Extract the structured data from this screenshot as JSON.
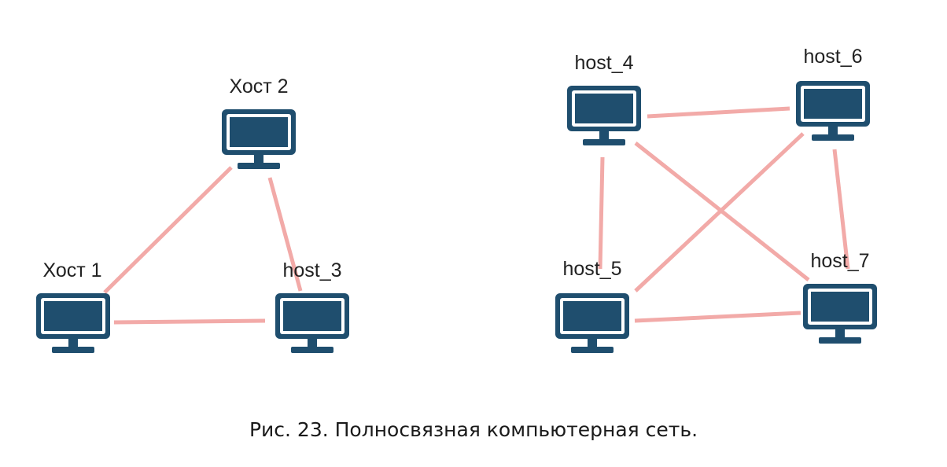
{
  "colors": {
    "monitor": "#1f4e6e",
    "link": "#f2aaa8",
    "background": "#ffffff"
  },
  "networks": [
    {
      "hosts": [
        {
          "id": "h1",
          "label": "Хост 1",
          "icon": "computer-monitor-icon"
        },
        {
          "id": "h2",
          "label": "Хост 2",
          "icon": "computer-monitor-icon"
        },
        {
          "id": "h3",
          "label": "host_3",
          "icon": "computer-monitor-icon"
        }
      ],
      "links": [
        [
          "h1",
          "h2"
        ],
        [
          "h2",
          "h3"
        ],
        [
          "h1",
          "h3"
        ]
      ]
    },
    {
      "hosts": [
        {
          "id": "h4",
          "label": "host_4",
          "icon": "computer-monitor-icon"
        },
        {
          "id": "h5",
          "label": "host_5",
          "icon": "computer-monitor-icon"
        },
        {
          "id": "h6",
          "label": "host_6",
          "icon": "computer-monitor-icon"
        },
        {
          "id": "h7",
          "label": "host_7",
          "icon": "computer-monitor-icon"
        }
      ],
      "links": [
        [
          "h4",
          "h6"
        ],
        [
          "h4",
          "h5"
        ],
        [
          "h4",
          "h7"
        ],
        [
          "h6",
          "h5"
        ],
        [
          "h6",
          "h7"
        ],
        [
          "h5",
          "h7"
        ]
      ]
    }
  ],
  "caption": "Рис. 23. Полносвязная компьютерная сеть."
}
